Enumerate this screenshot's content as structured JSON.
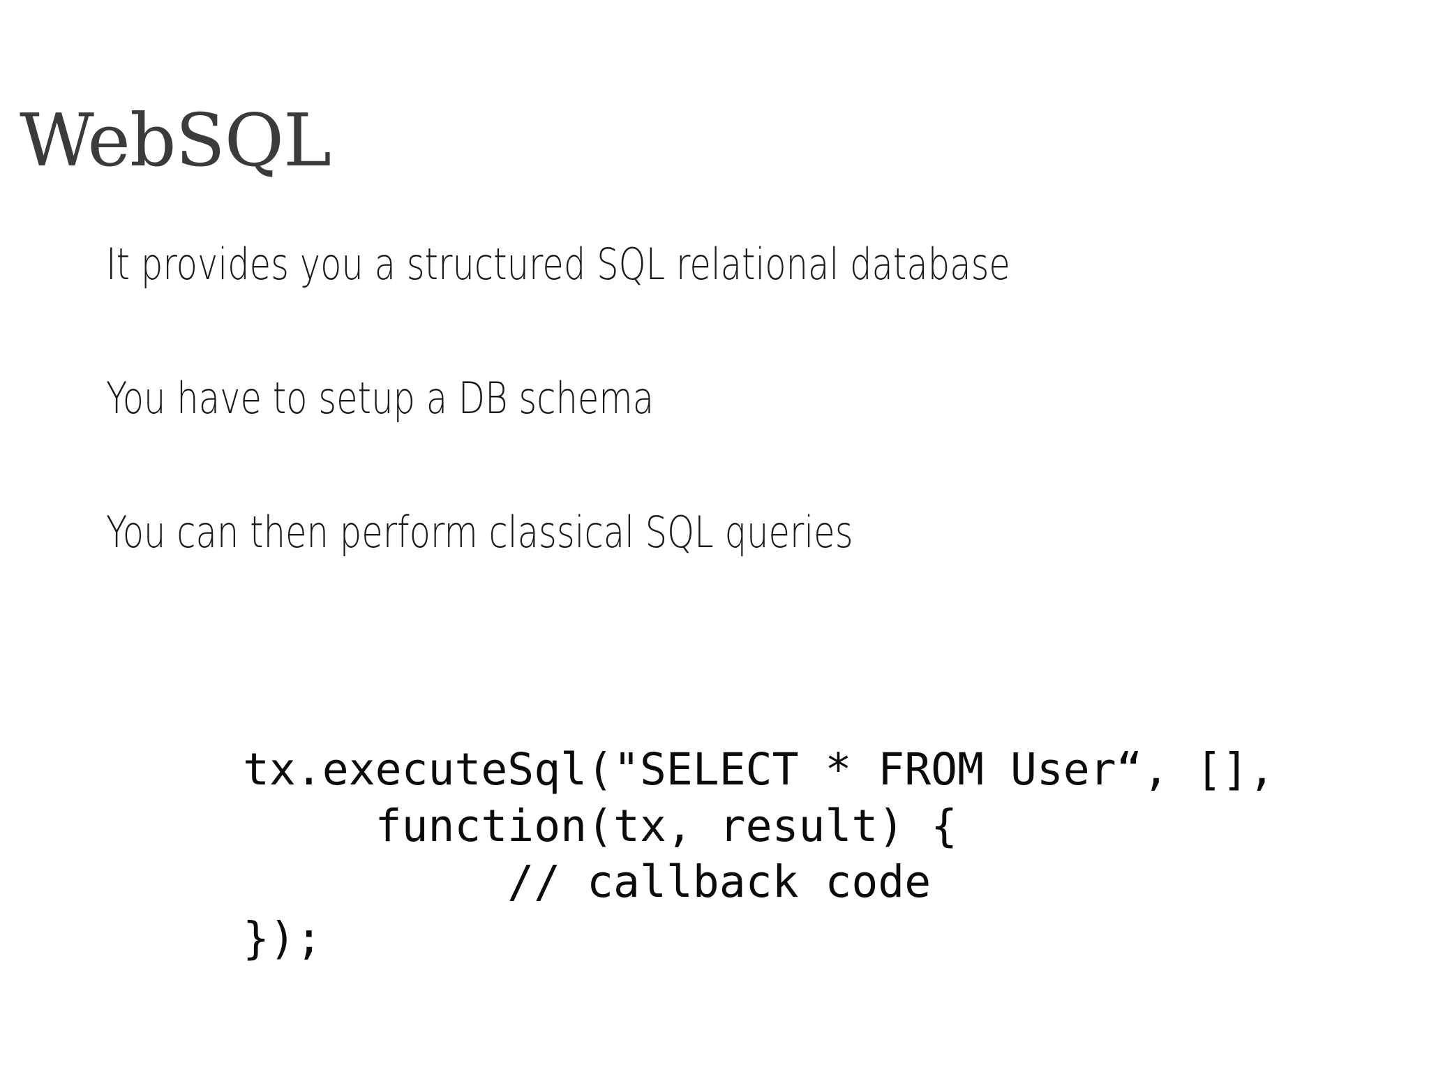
{
  "slide": {
    "title": "WebSQL",
    "background_color": "#ffffff",
    "title_color": "#3b3b39",
    "body_color": "#1b1b1b",
    "code_color": "#0b0b0b",
    "bullets": [
      "It provides you a structured SQL relational database",
      "You have to setup a DB schema",
      "You can then perform classical SQL queries"
    ],
    "code": {
      "language": "javascript",
      "lines": [
        "tx.executeSql(\"SELECT * FROM User“, [],",
        "     function(tx, result) {",
        "          // callback code",
        "});"
      ],
      "full_text": "tx.executeSql(\"SELECT * FROM User“, [],\n     function(tx, result) {\n          // callback code\n});"
    }
  }
}
